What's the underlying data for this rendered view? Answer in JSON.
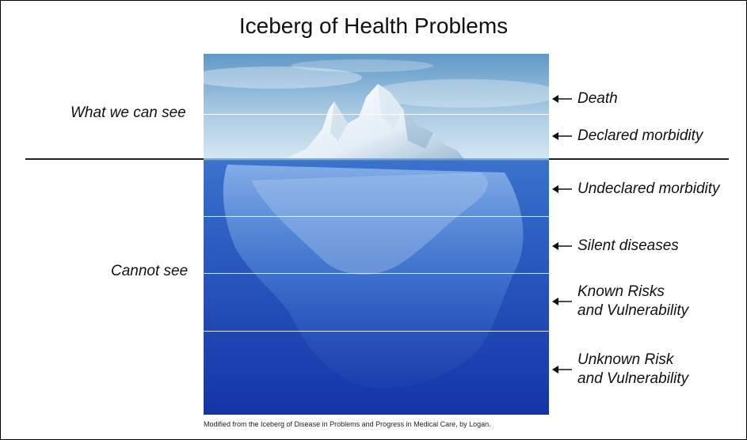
{
  "title": "Iceberg of Health Problems",
  "visible_label": "What we can see",
  "hidden_label": "Cannot see",
  "levels": [
    {
      "line1": "Death",
      "line2": ""
    },
    {
      "line1": "Declared morbidity",
      "line2": ""
    },
    {
      "line1": "Undeclared morbidity",
      "line2": ""
    },
    {
      "line1": "Silent diseases",
      "line2": ""
    },
    {
      "line1": "Known Risks",
      "line2": "and Vulnerability"
    },
    {
      "line1": "Unknown Risk",
      "line2": "and Vulnerability"
    }
  ],
  "caption": "Modified from the Iceberg of Disease in Problems and Progress in Medical Care, by Logan.",
  "colors": {
    "sky_top": "#6fa6cf",
    "sky_bottom": "#cfe3f0",
    "water_top": "#2f66c4",
    "water_bottom": "#1838a8",
    "ice": "#f5f9fc",
    "waterline": "#222222"
  }
}
